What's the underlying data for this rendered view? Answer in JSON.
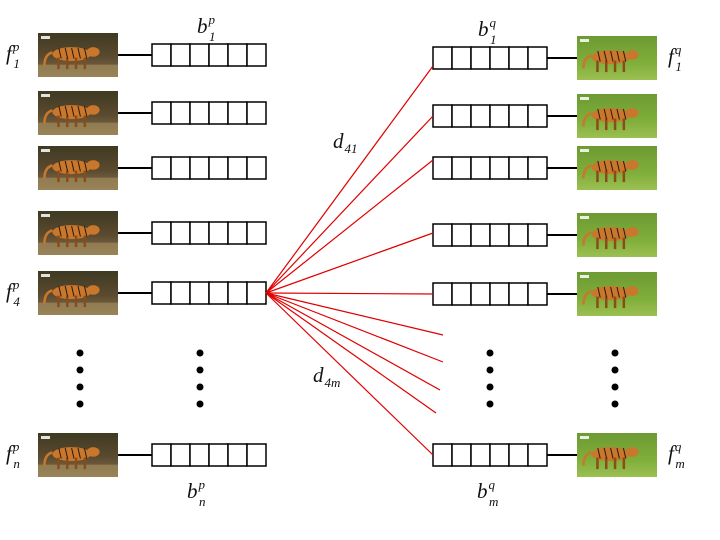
{
  "colors": {
    "distance_line": "#e00000",
    "grass_light": "#7fae3a",
    "forest_dark": "#5b4a2f",
    "tiger": "#c8772c",
    "box_stroke": "#000000"
  },
  "left_column": {
    "frames": [
      {
        "label": {
          "base": "f",
          "sub": "1",
          "sup": "p"
        }
      },
      {
        "label": null
      },
      {
        "label": null
      },
      {
        "label": null
      },
      {
        "label": {
          "base": "f",
          "sub": "4",
          "sup": "p"
        }
      },
      {
        "label": {
          "base": "f",
          "sub": "n",
          "sup": "p"
        }
      }
    ],
    "code_labels": [
      {
        "base": "b",
        "sub": "1",
        "sup": "p"
      },
      {
        "base": "b",
        "sub": "n",
        "sup": "p"
      }
    ]
  },
  "right_column": {
    "frames": [
      {
        "label": {
          "base": "f",
          "sub": "1",
          "sup": "q"
        }
      },
      {
        "label": null
      },
      {
        "label": null
      },
      {
        "label": null
      },
      {
        "label": null
      },
      {
        "label": {
          "base": "f",
          "sub": "m",
          "sup": "q"
        }
      }
    ],
    "code_labels": [
      {
        "base": "b",
        "sub": "1",
        "sup": "q"
      },
      {
        "base": "b",
        "sub": "m",
        "sup": "q"
      }
    ]
  },
  "code_cells": 6,
  "distance_labels": [
    {
      "base": "d",
      "sub": "41"
    },
    {
      "base": "d",
      "sub": "4m"
    }
  ]
}
